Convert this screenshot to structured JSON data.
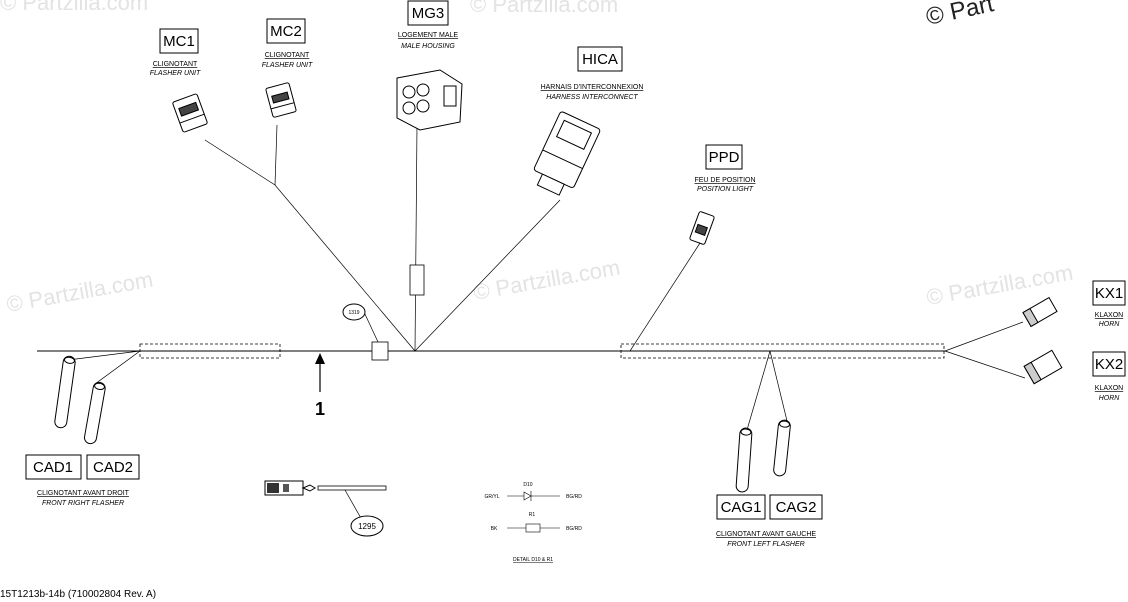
{
  "watermark": {
    "text": "© Partzilla.com",
    "corner": "© Part"
  },
  "connectors": {
    "mc1": {
      "code": "MC1",
      "fr": "CLIGNOTANT",
      "en": "FLASHER UNIT"
    },
    "mc2": {
      "code": "MC2",
      "fr": "CLIGNOTANT",
      "en": "FLASHER UNIT"
    },
    "mg3": {
      "code": "MG3",
      "fr": "LOGEMENT MALE",
      "en": "MALE HOUSING"
    },
    "hica": {
      "code": "HICA",
      "fr": "HARNAIS D'INTERCONNEXION",
      "en": "HARNESS INTERCONNECT"
    },
    "ppd": {
      "code": "PPD",
      "fr": "FEU DE POSITION",
      "en": "POSITION LIGHT"
    },
    "kx1": {
      "code": "KX1",
      "fr": "KLAXON",
      "en": "HORN"
    },
    "kx2": {
      "code": "KX2",
      "fr": "KLAXON",
      "en": "HORN"
    },
    "cad": {
      "codes": [
        "CAD1",
        "CAD2"
      ],
      "fr": "CLIGNOTANT AVANT DROIT",
      "en": "FRONT RIGHT FLASHER"
    },
    "cag": {
      "codes": [
        "CAG1",
        "CAG2"
      ],
      "fr": "CLIGNOTANT AVANT GAUCHE",
      "en": "FRONT LEFT FLASHER"
    }
  },
  "callouts": {
    "main": "1",
    "ref_1319": "1319",
    "ref_1295": "1295"
  },
  "detail": {
    "d10": "D10",
    "r1": "R1",
    "wire_a": "GR/YL",
    "wire_b": "BG/RD",
    "wire_c": "BK",
    "wire_d": "BG/RD",
    "caption": "DETAIL D10 & R1"
  },
  "footer": "15T1213b-14b (710002804 Rev. A)"
}
